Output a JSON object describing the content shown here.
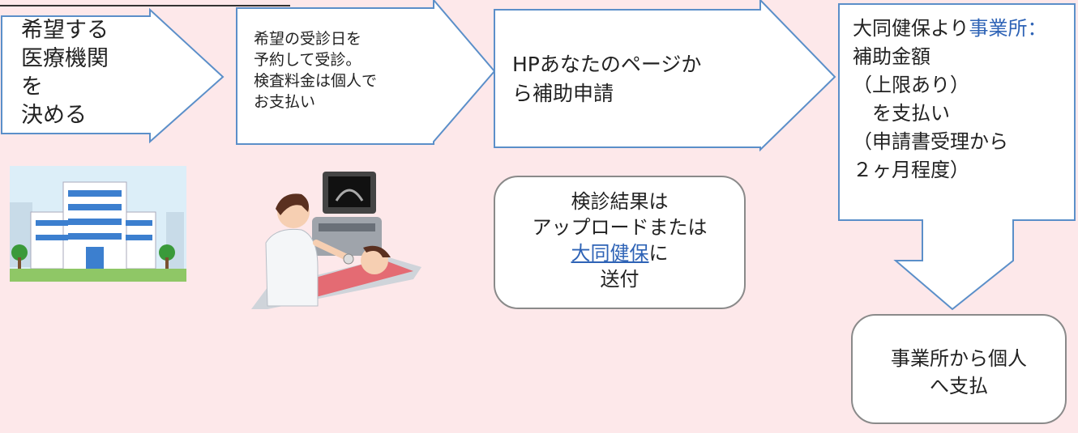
{
  "steps": {
    "step1": "希望する\n医療機関\nを\n決める",
    "step2": "希望の受診日を\n予約して受診。\n検査料金は個人で\nお支払い",
    "step3": "HPあなたのページか\nら補助申請",
    "step4": {
      "part1": "大同健保より",
      "highlight": "事業所",
      "colon": "：",
      "part2": "補助金額\n（上限あり）\n　を支払い\n（申請書受理から\n２ヶ月程度）"
    }
  },
  "notes": {
    "results": {
      "line1": "検診結果は",
      "line2": "アップロードまたは",
      "link": "大同健保",
      "suffix": "に",
      "line4": "送付"
    },
    "payment": "事業所から個人\nへ支払"
  },
  "illustrations": [
    "hospital-building",
    "ultrasound-exam"
  ],
  "colors": {
    "background": "#fde8ea",
    "arrow_border": "#5b8fc9",
    "highlight": "#2e63b6",
    "note_border": "#8a8a8a"
  }
}
